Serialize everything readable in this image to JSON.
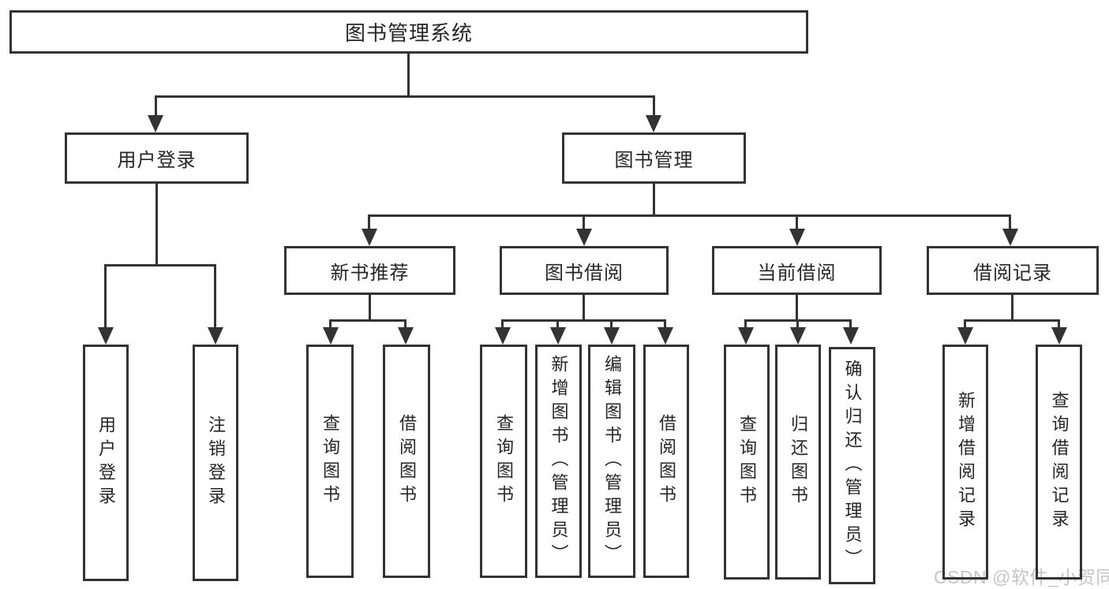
{
  "tree": {
    "label": "图书管理系统",
    "children": [
      {
        "label": "用户登录",
        "children": [
          {
            "label": "用户登录"
          },
          {
            "label": "注销登录"
          }
        ]
      },
      {
        "label": "图书管理",
        "children": [
          {
            "label": "新书推荐",
            "children": [
              {
                "label": "查询图书"
              },
              {
                "label": "借阅图书"
              }
            ]
          },
          {
            "label": "图书借阅",
            "children": [
              {
                "label": "查询图书"
              },
              {
                "label": "新增图书（管理员）"
              },
              {
                "label": "编辑图书（管理员）"
              },
              {
                "label": "借阅图书"
              }
            ]
          },
          {
            "label": "当前借阅",
            "children": [
              {
                "label": "查询图书"
              },
              {
                "label": "归还图书"
              },
              {
                "label": "确认归还（管理员）"
              }
            ]
          },
          {
            "label": "借阅记录",
            "children": [
              {
                "label": "新增借阅记录"
              },
              {
                "label": "查询借阅记录"
              }
            ]
          }
        ]
      }
    ]
  },
  "watermark": {
    "text": "CSDN @软件_小贺同学"
  },
  "colors": {
    "line": "#333333",
    "text": "#262626",
    "watermark": "#c5c5c5",
    "background": "#ffffff"
  }
}
